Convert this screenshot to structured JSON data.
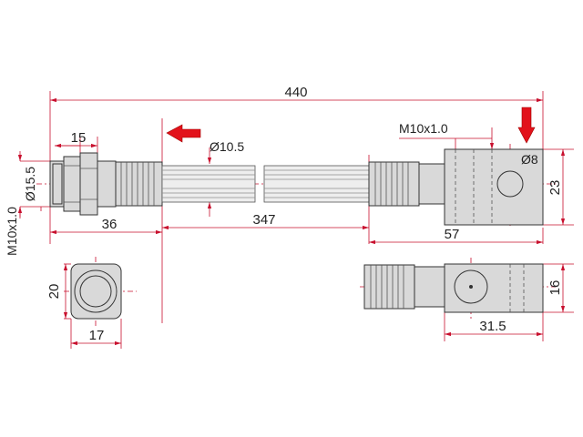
{
  "dimensions": {
    "overall_length": "440",
    "hex_width": "15",
    "left_fitting_length": "36",
    "hose_length": "347",
    "hose_diameter": "Ø10.5",
    "fitting_diameter": "Ø15.5",
    "thread_left": "M10x1.0",
    "thread_right": "M10x1.0",
    "bolt_hole_diameter": "Ø8",
    "block_height": "23",
    "right_fitting_length": "57",
    "end_view_height": "20",
    "end_view_width": "17",
    "banjo_thickness": "16",
    "banjo_length": "31.5"
  },
  "colors": {
    "dimension_lines": "#c8102e",
    "direction_arrows": "#e2121b",
    "outline": "#333333"
  },
  "icons": [
    "left-arrow-icon",
    "down-arrow-icon"
  ]
}
